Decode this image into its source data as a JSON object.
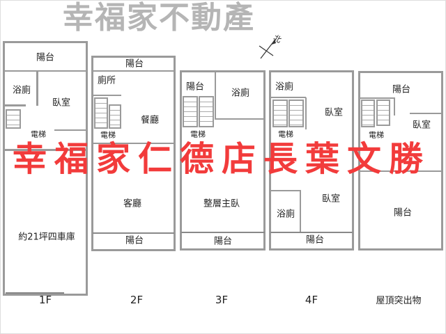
{
  "north_label": "北",
  "floors": [
    {
      "label": "1F",
      "rooms": [
        "陽台",
        "浴廁",
        "臥室",
        "電梯",
        "約21坪四車庫"
      ]
    },
    {
      "label": "2F",
      "rooms": [
        "陽台",
        "廁所",
        "餐廳",
        "電梯",
        "客廳",
        "陽台"
      ]
    },
    {
      "label": "3F",
      "rooms": [
        "陽台",
        "浴廁",
        "電梯",
        "整層主臥",
        "陽台"
      ]
    },
    {
      "label": "4F",
      "rooms": [
        "浴廁",
        "臥室",
        "電梯",
        "浴廁",
        "臥室",
        "陽台"
      ]
    },
    {
      "label": "屋頂突出物",
      "rooms": [
        "陽台",
        "臥室",
        "電梯",
        "陽台"
      ]
    }
  ],
  "watermark": {
    "grey": "幸福家不動產",
    "red": "幸福家仁德店長葉文勝"
  },
  "colors": {
    "wall": "#9a9a9a",
    "watermark_red": "#f23b3b"
  }
}
